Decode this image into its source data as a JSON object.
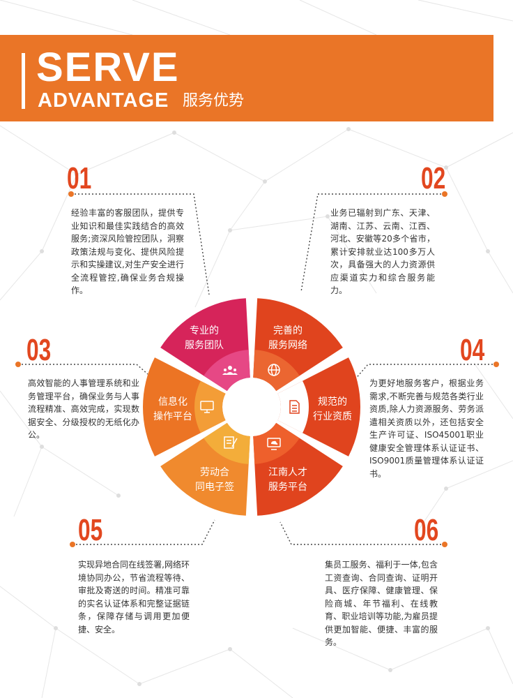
{
  "header": {
    "title_en_1": "SERVE",
    "title_en_2": "ADVANTAGE",
    "title_cn": "服务优势"
  },
  "items": [
    {
      "number": "01",
      "label": "专业的\n服务团队",
      "text": "经验丰富的客服团队，提供专业知识和最佳实践结合的高效服务;资深风险管控团队，洞察政策法规与变化、提供风险提示和实操建议,对生产安全进行全流程管控,确保业务合规操作。"
    },
    {
      "number": "02",
      "label": "完善的\n服务网络",
      "text": "业务已辐射到广东、天津、湖南、江苏、云南、江西、河北、安徽等20多个省市，累计安排就业达100多万人次，具备强大的人力资源供应渠道实力和综合服务能力。"
    },
    {
      "number": "03",
      "label": "信息化\n操作平台",
      "text": "高效智能的人事管理系统和业务管理平台，确保业务与人事流程精准、高效完成，实现数据安全、分级授权的无纸化办公。"
    },
    {
      "number": "04",
      "label": "规范的\n行业资质",
      "text": "为更好地服务客户，根据业务需求,不断完善与规范各类行业资质,除人力资源服务、劳务派遣相关资质以外，还包括安全生产许可证、ISO45001职业健康安全管理体系认证证书、ISO9001质量管理体系认证证书。"
    },
    {
      "number": "05",
      "label": "劳动合\n同电子签",
      "text": "实现异地合同在线签署,网络环境协同办公，节省流程等待、审批及寄送的时间。精准可靠的实名认证体系和完整证据链条，保障存储与调用更加便捷、安全。"
    },
    {
      "number": "06",
      "label": "江南人才\n服务平台",
      "text": "集员工服务、福利于一体,包含工资查询、合同查询、证明开具、医疗保障、健康管理、保险商城、年节福利、在线教育、职业培训等功能,为雇员提供更加智能、便捷、丰富的服务。"
    }
  ],
  "icons": [
    "team-icon",
    "globe-icon",
    "monitor-icon",
    "document-icon",
    "contract-pen-icon",
    "cloud-screen-icon"
  ],
  "colors": {
    "accent": "#ea7527",
    "number": "#e2471f",
    "pink": "#d6245a",
    "red": "#e0441e",
    "orange": "#ec7424",
    "light": "#f08a2e"
  }
}
